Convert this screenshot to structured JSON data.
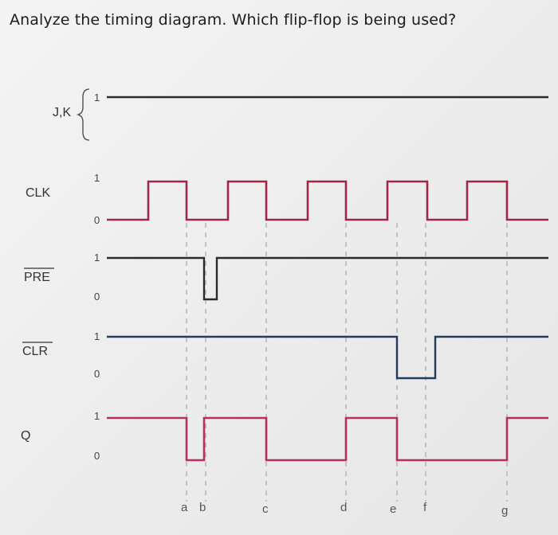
{
  "question": "Analyze the timing diagram. Which flip-flop is being used?",
  "signals": {
    "jk": {
      "label": "J,K",
      "level_high": "1"
    },
    "clk": {
      "label": "CLK",
      "level_high": "1",
      "level_low": "0"
    },
    "pre": {
      "label": "PRE",
      "level_high": "1",
      "level_low": "0"
    },
    "clr": {
      "label": "CLR",
      "level_high": "1",
      "level_low": "0"
    },
    "q": {
      "label": "Q",
      "level_high": "1",
      "level_low": "0"
    }
  },
  "markers": [
    "a",
    "b",
    "c",
    "d",
    "e",
    "f",
    "g"
  ],
  "colors": {
    "clk": "#a0274a",
    "q": "#b8305a",
    "pre": "#2b2b2b",
    "clr": "#233a63",
    "jk": "#2b2b2b",
    "guide": "#9a9a9a"
  }
}
